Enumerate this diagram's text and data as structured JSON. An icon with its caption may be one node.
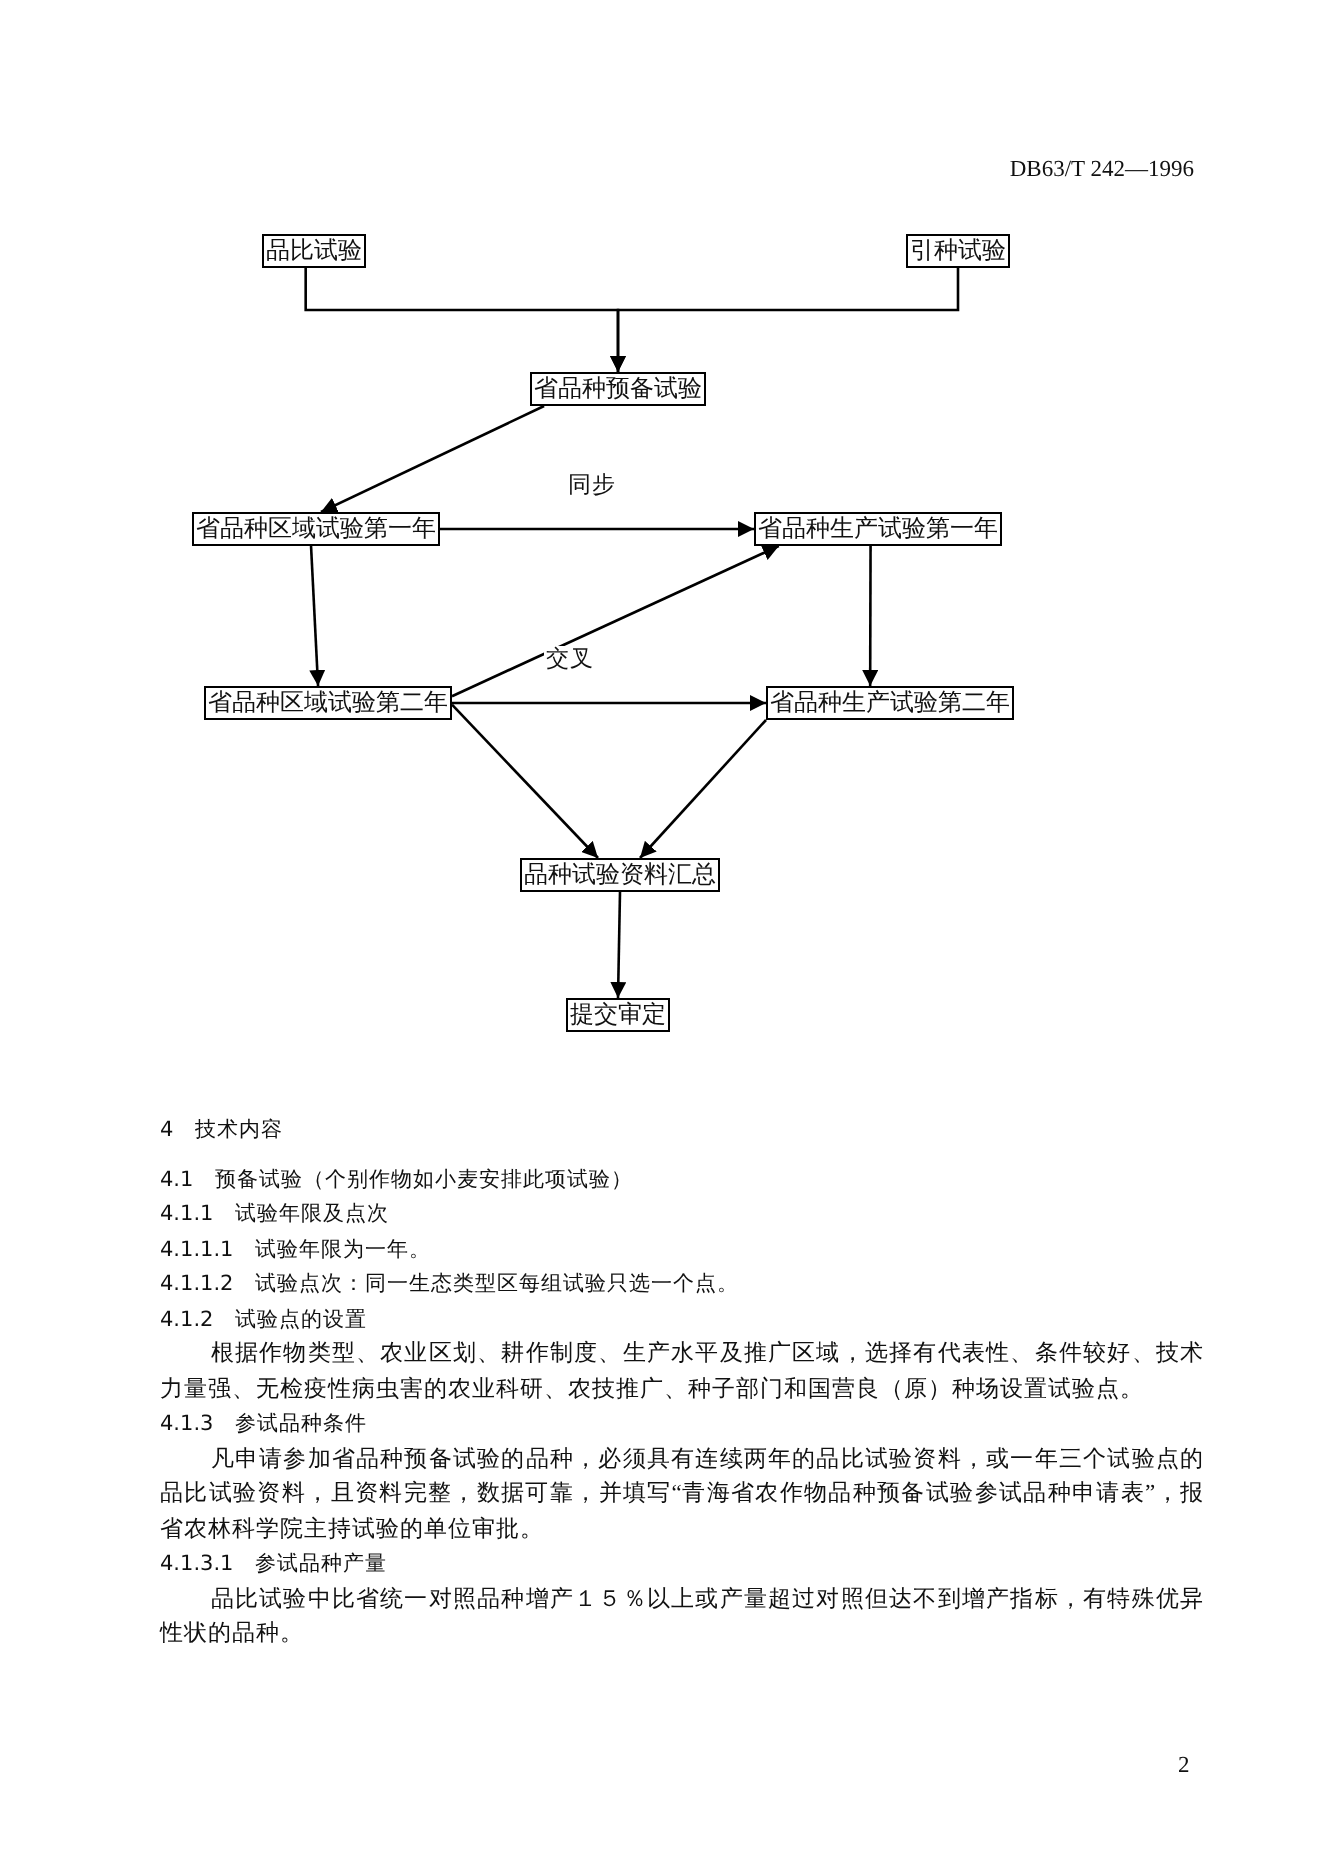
{
  "diagram": {
    "nodes": [
      {
        "text": [
          "品比试验"
        ]
      },
      {
        "text": [
          "引种试验"
        ]
      },
      {
        "text": [
          "省品种预备试验"
        ]
      },
      {
        "text": [
          "省品种区域试验第一年"
        ]
      },
      {
        "text": [
          "省品种生产试验第一年"
        ]
      },
      {
        "text": [
          "省品种区域试验第二年"
        ]
      },
      {
        "text": [
          "省品种生产试验第二年"
        ]
      },
      {
        "text": [
          "品种试验资料汇总"
        ]
      },
      {
        "text": [
          "提交审定"
        ]
      }
    ],
    "edges": [
      {
        "from": 0,
        "to": 2,
        "arrow": "to"
      },
      {
        "from": 1,
        "to": 2,
        "arrow": "to"
      },
      {
        "from": 2,
        "to": 3,
        "arrow": "to"
      },
      {
        "from": 3,
        "to": 4,
        "arrow": "to",
        "label": "同步"
      },
      {
        "from": 3,
        "to": 5,
        "arrow": "to"
      },
      {
        "from": 4,
        "to": 6,
        "arrow": "to"
      },
      {
        "from": 5,
        "to": 4,
        "arrow": "to",
        "label": "交叉"
      },
      {
        "from": 5,
        "to": 6,
        "arrow": "to"
      },
      {
        "from": 5,
        "to": 7,
        "arrow": "to"
      },
      {
        "from": 6,
        "to": 7,
        "arrow": "to"
      },
      {
        "from": 7,
        "to": 8,
        "arrow": "to"
      }
    ],
    "labels": [
      "DB63/T 242—1996",
      "4　技术内容",
      "4.1　预备试验（个别作物如小麦安排此项试验）",
      "4.1.1　试验年限及点次",
      "4.1.1.1　试验年限为一年。",
      "4.1.1.2　试验点次：同一生态类型区每组试验只选一个点。",
      "4.1.2　试验点的设置",
      "根据作物类型、农业区划、耕作制度、生产水平及推广区域，选择有代表性、条件较好、技术力量强、无检疫性病虫害的农业科研、农技推广、种子部门和国营良（原）种场设置试验点。",
      "4.1.3　参试品种条件",
      "凡申请参加省品种预备试验的品种，必须具有连续两年的品比试验资料，或一年三个试验点的品比试验资料，且资料完整，数据可靠，并填写“青海省农作物品种预备试验参试品种申请表”，报省农林科学院主持试验的单位审批。",
      "4.1.3.1　参试品种产量",
      "品比试验中比省统一对照品种增产１５％以上或产量超过对照但达不到增产指标，有特殊优异性状的品种。",
      "2"
    ]
  }
}
